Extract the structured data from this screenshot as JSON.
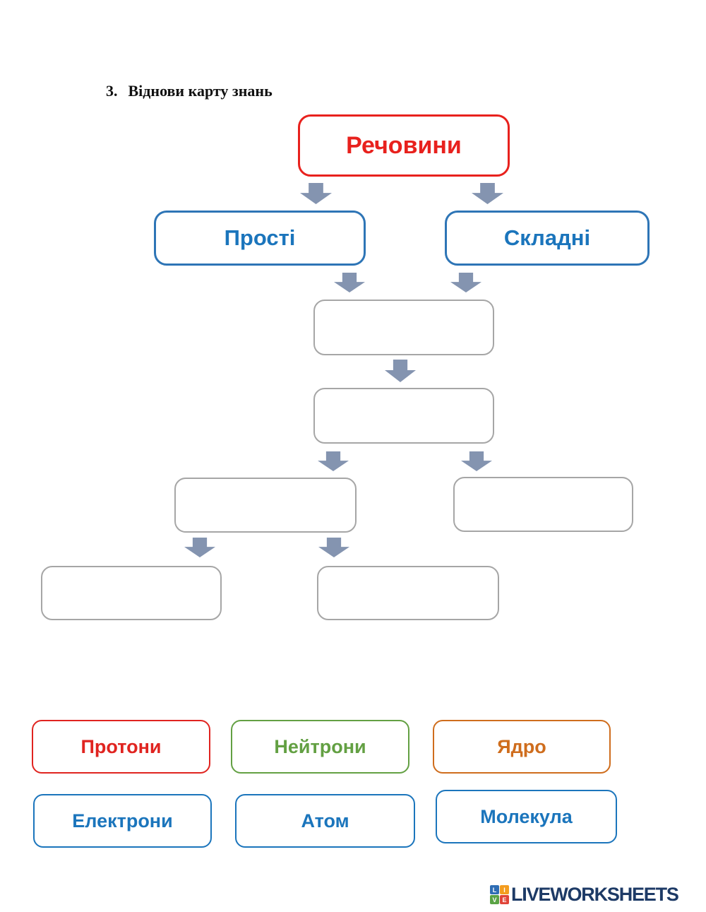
{
  "title": {
    "number": "3.",
    "text": "Віднови карту знань"
  },
  "diagram": {
    "root": {
      "label": "Речовини",
      "color": "#e8211d"
    },
    "level2": [
      {
        "label": "Прості"
      },
      {
        "label": "Складні"
      }
    ],
    "branch_text_color": "#1b75bc",
    "branch_border_color": "#2e75b6",
    "empty_slot_count": 6,
    "slot_border_color": "#a6a6a6",
    "arrow_color": "#8494b0"
  },
  "word_bank": [
    {
      "label": "Протони",
      "color": "#e02420"
    },
    {
      "label": "Нейтрони",
      "color": "#63a043"
    },
    {
      "label": "Ядро",
      "color": "#cf6d1d"
    },
    {
      "label": "Електрони",
      "color": "#1b75bc"
    },
    {
      "label": "Атом",
      "color": "#1b75bc"
    },
    {
      "label": "Молекула",
      "color": "#1b75bc"
    }
  ],
  "footer": {
    "brand": "LIVEWORKSHEETS",
    "brand_color": "#1d3a66",
    "logo_squares": [
      {
        "letter": "L",
        "color": "#2f6db4"
      },
      {
        "letter": "I",
        "color": "#f39c1f"
      },
      {
        "letter": "V",
        "color": "#5aa345"
      },
      {
        "letter": "E",
        "color": "#e04438"
      }
    ]
  }
}
